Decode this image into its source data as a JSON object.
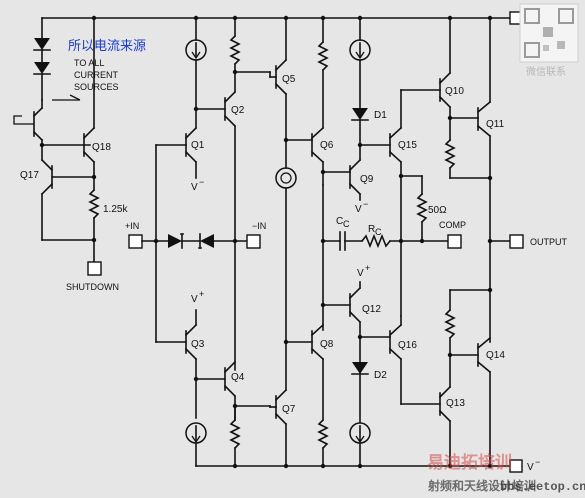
{
  "note_chinese": "所以电流来源",
  "note_current": [
    "TO ALL",
    "CURRENT",
    "SOURCES"
  ],
  "transistors": [
    "Q18",
    "Q17",
    "Q1",
    "Q2",
    "Q3",
    "Q4",
    "Q5",
    "Q6",
    "Q7",
    "Q8",
    "Q9",
    "Q10",
    "Q11",
    "Q12",
    "Q13",
    "Q14",
    "Q15",
    "Q16"
  ],
  "resistor_1k25": "1.25k",
  "resistor_50": "50Ω",
  "cc_label": "C",
  "cc_sub": "C",
  "rc_label": "R",
  "rc_sub": "C",
  "diode_d1": "D1",
  "diode_d2": "D2",
  "pins": {
    "shutdown": "SHUTDOWN",
    "in_plus": "+IN",
    "in_minus": "−IN",
    "comp": "COMP",
    "output": "OUTPUT"
  },
  "vplus": "V",
  "vplus_sup": "+",
  "vminus": "V",
  "vminus_sup": "−",
  "watermark": {
    "brand_cn": "易迪拓培训",
    "sub_cn": "射频和天线设计培训",
    "url": "bbs.eetop.cn",
    "wechat": "微信联系"
  },
  "colors": {
    "background": "#e6e6e6",
    "note": "#1a3cc8",
    "watermark": "#d44a4a"
  }
}
